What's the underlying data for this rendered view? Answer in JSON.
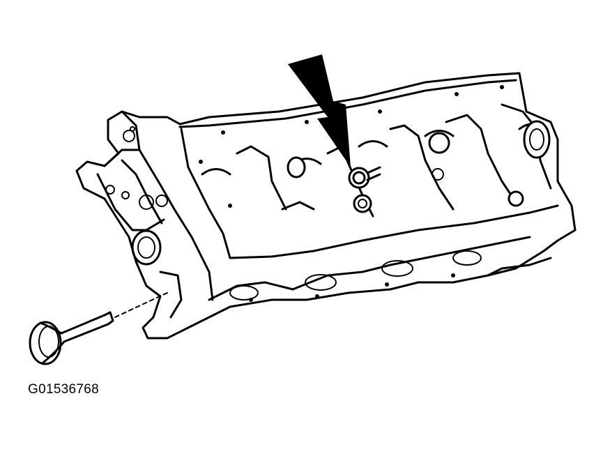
{
  "figure": {
    "caption": "G01536768",
    "icons": [
      "cylinder-head-drawing",
      "intake-valve-drawing",
      "arrow-indicator"
    ]
  }
}
